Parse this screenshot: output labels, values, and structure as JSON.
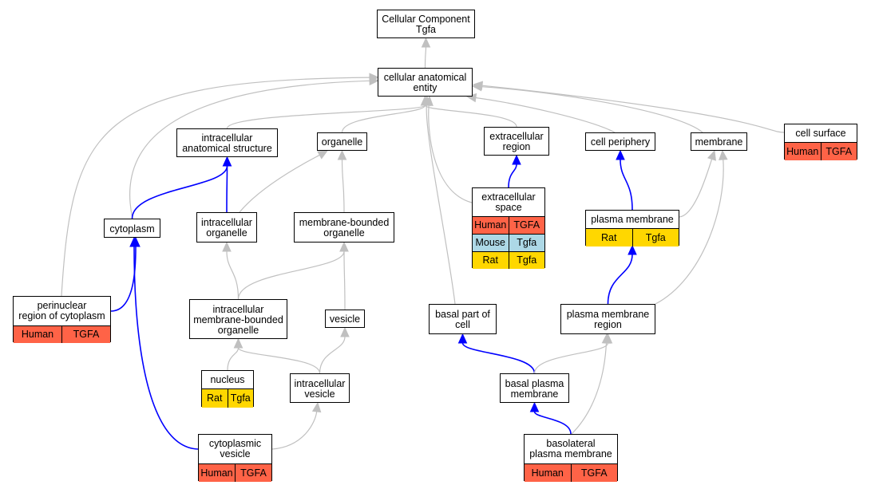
{
  "colors": {
    "human": "#ff6347",
    "mouse": "#add8e6",
    "rat": "#ffd700",
    "is_a_edge": "#c0c0c0",
    "part_of_edge": "#0000ff"
  },
  "nodes": [
    {
      "id": "root",
      "label": "Cellular Component\nTgfa",
      "rows": []
    },
    {
      "id": "cae",
      "label": "cellular anatomical\nentity",
      "rows": []
    },
    {
      "id": "ias",
      "label": "intracellular\nanatomical structure",
      "rows": []
    },
    {
      "id": "organelle",
      "label": "organelle",
      "rows": []
    },
    {
      "id": "ecr",
      "label": "extracellular\nregion",
      "rows": []
    },
    {
      "id": "cellperiph",
      "label": "cell periphery",
      "rows": []
    },
    {
      "id": "membrane",
      "label": "membrane",
      "rows": []
    },
    {
      "id": "cellsurface",
      "label": "cell surface",
      "rows": [
        {
          "species": "Human",
          "gene": "TGFA",
          "color": "human"
        }
      ]
    },
    {
      "id": "cytoplasm",
      "label": "cytoplasm",
      "rows": []
    },
    {
      "id": "intorg",
      "label": "intracellular\norganelle",
      "rows": []
    },
    {
      "id": "mbo",
      "label": "membrane-bounded\norganelle",
      "rows": []
    },
    {
      "id": "ecs",
      "label": "extracellular\nspace",
      "rows": [
        {
          "species": "Human",
          "gene": "TGFA",
          "color": "human"
        },
        {
          "species": "Mouse",
          "gene": "Tgfa",
          "color": "mouse"
        },
        {
          "species": "Rat",
          "gene": "Tgfa",
          "color": "rat"
        }
      ]
    },
    {
      "id": "pm",
      "label": "plasma membrane",
      "rows": [
        {
          "species": "Rat",
          "gene": "Tgfa",
          "color": "rat"
        }
      ]
    },
    {
      "id": "perinuc",
      "label": "perinuclear\nregion of cytoplasm",
      "rows": [
        {
          "species": "Human",
          "gene": "TGFA",
          "color": "human"
        }
      ]
    },
    {
      "id": "imbo",
      "label": "intracellular\nmembrane-bounded\norganelle",
      "rows": []
    },
    {
      "id": "vesicle",
      "label": "vesicle",
      "rows": []
    },
    {
      "id": "basalpart",
      "label": "basal part of\ncell",
      "rows": []
    },
    {
      "id": "pmr",
      "label": "plasma membrane\nregion",
      "rows": []
    },
    {
      "id": "nucleus",
      "label": "nucleus",
      "rows": [
        {
          "species": "Rat",
          "gene": "Tgfa",
          "color": "rat"
        }
      ]
    },
    {
      "id": "intves",
      "label": "intracellular\nvesicle",
      "rows": []
    },
    {
      "id": "bpm",
      "label": "basal plasma\nmembrane",
      "rows": []
    },
    {
      "id": "cytves",
      "label": "cytoplasmic\nvesicle",
      "rows": [
        {
          "species": "Human",
          "gene": "TGFA",
          "color": "human"
        }
      ]
    },
    {
      "id": "blpm",
      "label": "basolateral\nplasma membrane",
      "rows": [
        {
          "species": "Human",
          "gene": "TGFA",
          "color": "human"
        }
      ]
    }
  ],
  "edges": [
    {
      "from": "cae",
      "to": "root",
      "type": "is_a"
    },
    {
      "from": "ias",
      "to": "cae",
      "type": "is_a"
    },
    {
      "from": "organelle",
      "to": "cae",
      "type": "is_a"
    },
    {
      "from": "ecr",
      "to": "cae",
      "type": "is_a"
    },
    {
      "from": "cellperiph",
      "to": "cae",
      "type": "is_a"
    },
    {
      "from": "membrane",
      "to": "cae",
      "type": "is_a"
    },
    {
      "from": "cellsurface",
      "to": "cae",
      "type": "is_a"
    },
    {
      "from": "cytoplasm",
      "to": "cae",
      "type": "is_a"
    },
    {
      "from": "perinuc",
      "to": "cae",
      "type": "is_a"
    },
    {
      "from": "ecs",
      "to": "cae",
      "type": "is_a"
    },
    {
      "from": "basalpart",
      "to": "cae",
      "type": "is_a"
    },
    {
      "from": "cytoplasm",
      "to": "ias",
      "type": "part_of"
    },
    {
      "from": "intorg",
      "to": "ias",
      "type": "part_of"
    },
    {
      "from": "intorg",
      "to": "organelle",
      "type": "is_a"
    },
    {
      "from": "mbo",
      "to": "organelle",
      "type": "is_a"
    },
    {
      "from": "ecs",
      "to": "ecr",
      "type": "part_of"
    },
    {
      "from": "pm",
      "to": "cellperiph",
      "type": "part_of"
    },
    {
      "from": "pm",
      "to": "membrane",
      "type": "is_a"
    },
    {
      "from": "pmr",
      "to": "membrane",
      "type": "is_a"
    },
    {
      "from": "perinuc",
      "to": "cytoplasm",
      "type": "part_of"
    },
    {
      "from": "cytves",
      "to": "cytoplasm",
      "type": "part_of"
    },
    {
      "from": "imbo",
      "to": "intorg",
      "type": "is_a"
    },
    {
      "from": "imbo",
      "to": "mbo",
      "type": "is_a"
    },
    {
      "from": "vesicle",
      "to": "mbo",
      "type": "is_a"
    },
    {
      "from": "pmr",
      "to": "pm",
      "type": "part_of"
    },
    {
      "from": "nucleus",
      "to": "imbo",
      "type": "is_a"
    },
    {
      "from": "intves",
      "to": "imbo",
      "type": "is_a"
    },
    {
      "from": "intves",
      "to": "vesicle",
      "type": "is_a"
    },
    {
      "from": "cytves",
      "to": "intves",
      "type": "is_a"
    },
    {
      "from": "bpm",
      "to": "basalpart",
      "type": "part_of"
    },
    {
      "from": "bpm",
      "to": "pmr",
      "type": "is_a"
    },
    {
      "from": "blpm",
      "to": "bpm",
      "type": "part_of"
    },
    {
      "from": "blpm",
      "to": "pmr",
      "type": "is_a"
    }
  ]
}
